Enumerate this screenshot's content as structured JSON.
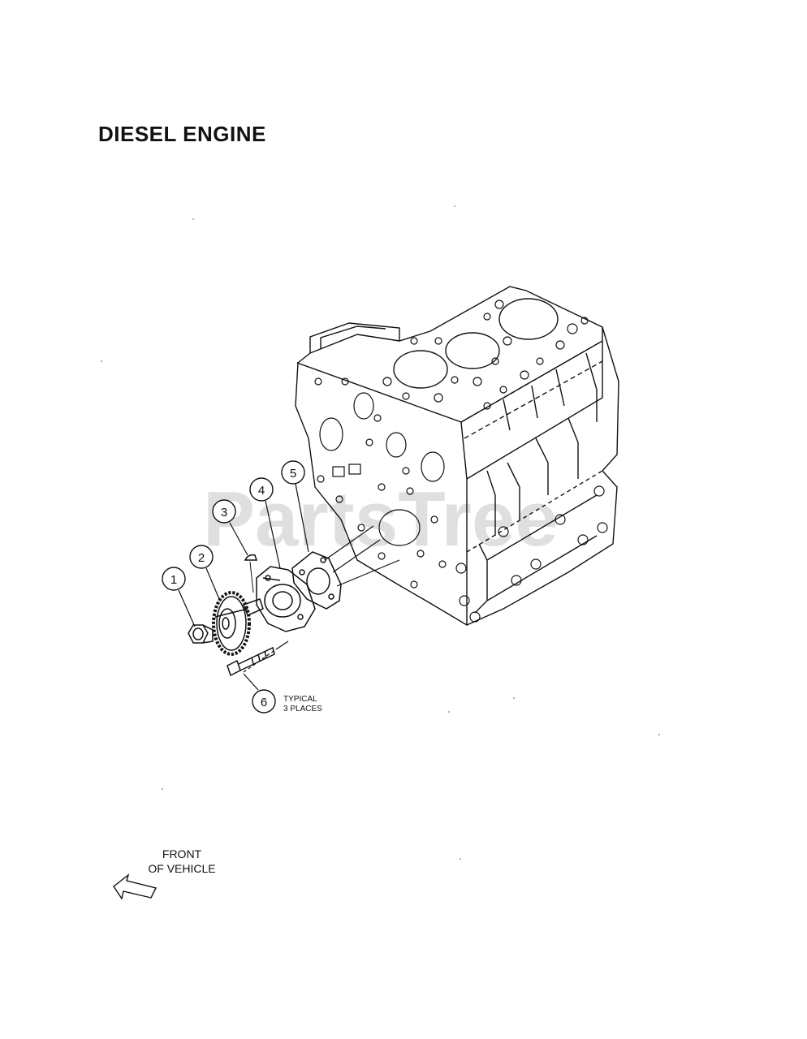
{
  "page": {
    "title": "DIESEL ENGINE",
    "watermark": "PartsTree",
    "callouts": [
      "1",
      "2",
      "3",
      "4",
      "5",
      "6"
    ],
    "note": {
      "line1": "TYPICAL",
      "line2": "3 PLACES"
    },
    "direction": {
      "line1": "FRONT",
      "line2": "OF VEHICLE"
    }
  },
  "colors": {
    "line": "#111111",
    "watermark": "#d9d9d9"
  }
}
